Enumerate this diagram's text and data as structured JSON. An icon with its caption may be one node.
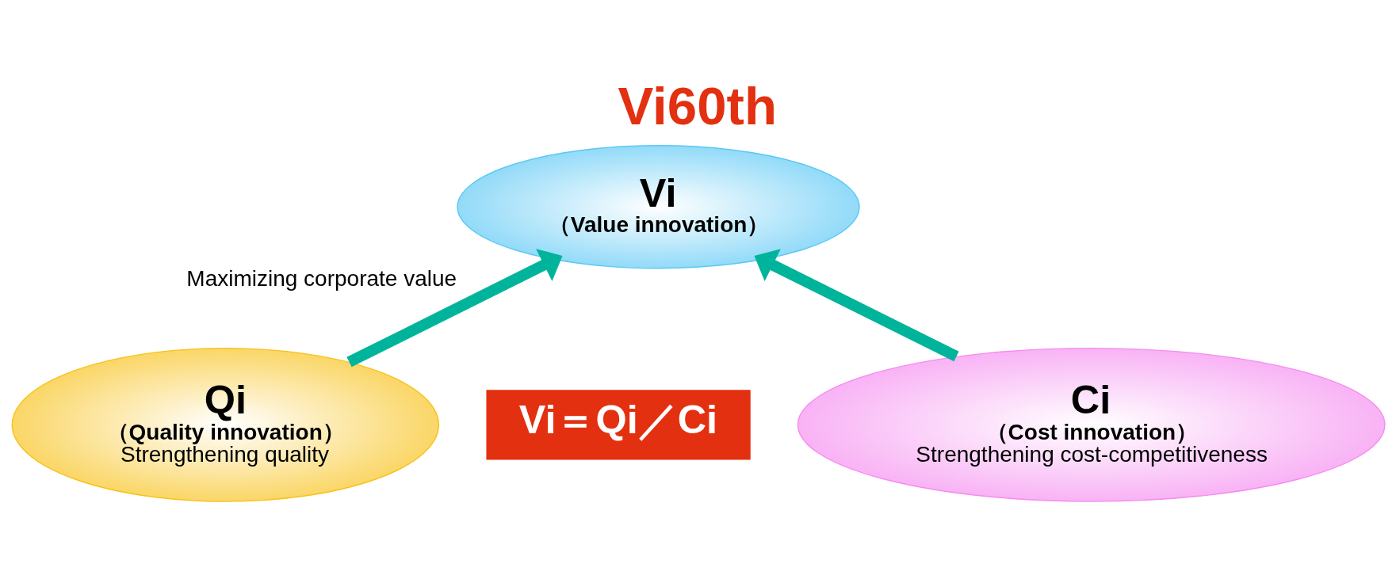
{
  "diagram": {
    "title": "Vi60th",
    "nodes": [
      {
        "text": [
          "Vi",
          "（Value innovation）"
        ],
        "beside": [
          "Maximizing corporate value"
        ]
      },
      {
        "text": [
          "Qi",
          "（Quality innovation）",
          "Strengthening quality"
        ]
      },
      {
        "text": [
          "Vi＝Qi／Ci"
        ]
      },
      {
        "text": [
          "Ci",
          "（Cost innovation）",
          "Strengthening cost-competitiveness"
        ]
      }
    ],
    "edges": [
      {
        "from": 1,
        "to": 0,
        "arrow": "to"
      },
      {
        "from": 3,
        "to": 0,
        "arrow": "to"
      }
    ]
  }
}
